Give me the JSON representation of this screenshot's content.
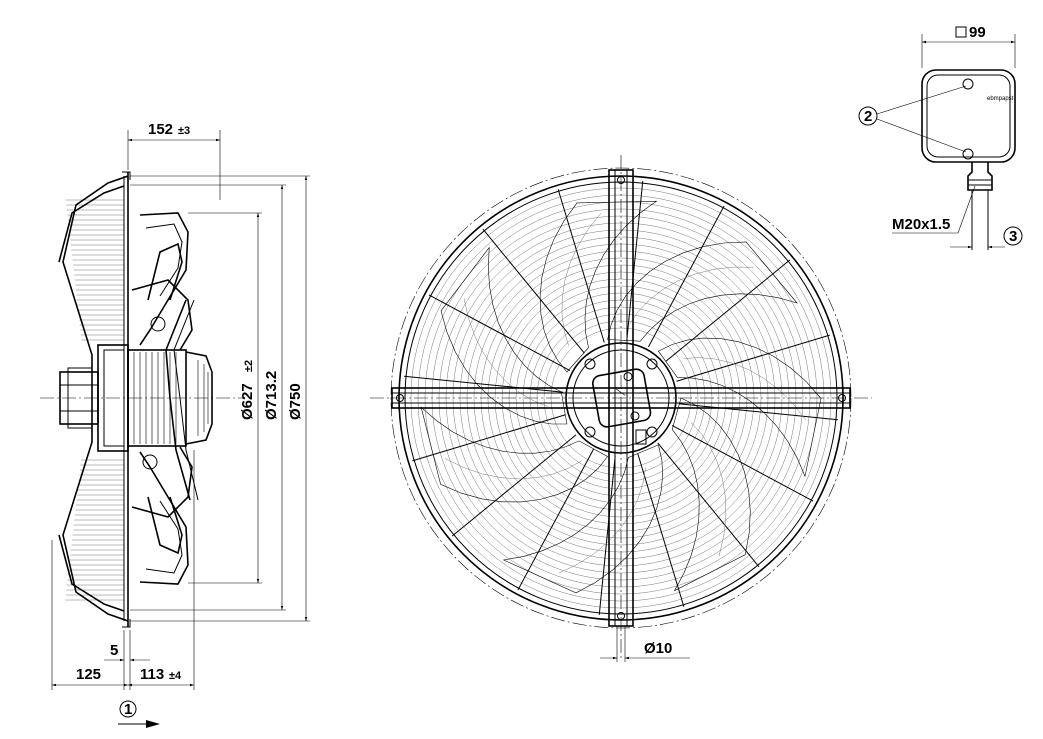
{
  "dimensions": {
    "depth_152": "152",
    "depth_152_tol": "±3",
    "dia_627": "Ø627",
    "dia_627_tol": "±2",
    "dia_713": "Ø713.2",
    "dia_750": "Ø750",
    "offset_5": "5",
    "len_125": "125",
    "len_113": "113",
    "len_113_tol": "±4",
    "hole_10": "Ø10",
    "box_99": "99",
    "thread": "M20x1.5"
  },
  "callouts": {
    "c1": "1",
    "c2": "2",
    "c3": "3"
  },
  "brand": "ebmpapst"
}
